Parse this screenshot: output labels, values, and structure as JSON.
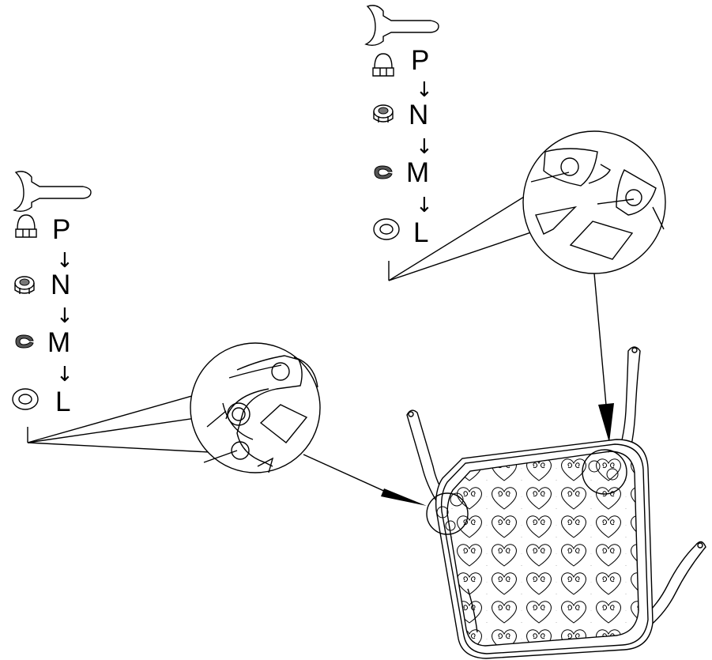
{
  "title": "",
  "hardware_sequence": {
    "left": [
      {
        "symbol": "P",
        "icon": "cap-nut-icon"
      },
      {
        "symbol": "N",
        "icon": "lock-nut-icon"
      },
      {
        "symbol": "M",
        "icon": "spring-washer-icon"
      },
      {
        "symbol": "L",
        "icon": "flat-washer-icon"
      }
    ],
    "right": [
      {
        "symbol": "P",
        "icon": "cap-nut-icon"
      },
      {
        "symbol": "N",
        "icon": "lock-nut-icon"
      },
      {
        "symbol": "M",
        "icon": "spring-washer-icon"
      },
      {
        "symbol": "L",
        "icon": "flat-washer-icon"
      }
    ]
  },
  "arrow_glyph": "↓",
  "tool_icon": "wrench-icon",
  "line_color": "#000000",
  "background": "#ffffff"
}
